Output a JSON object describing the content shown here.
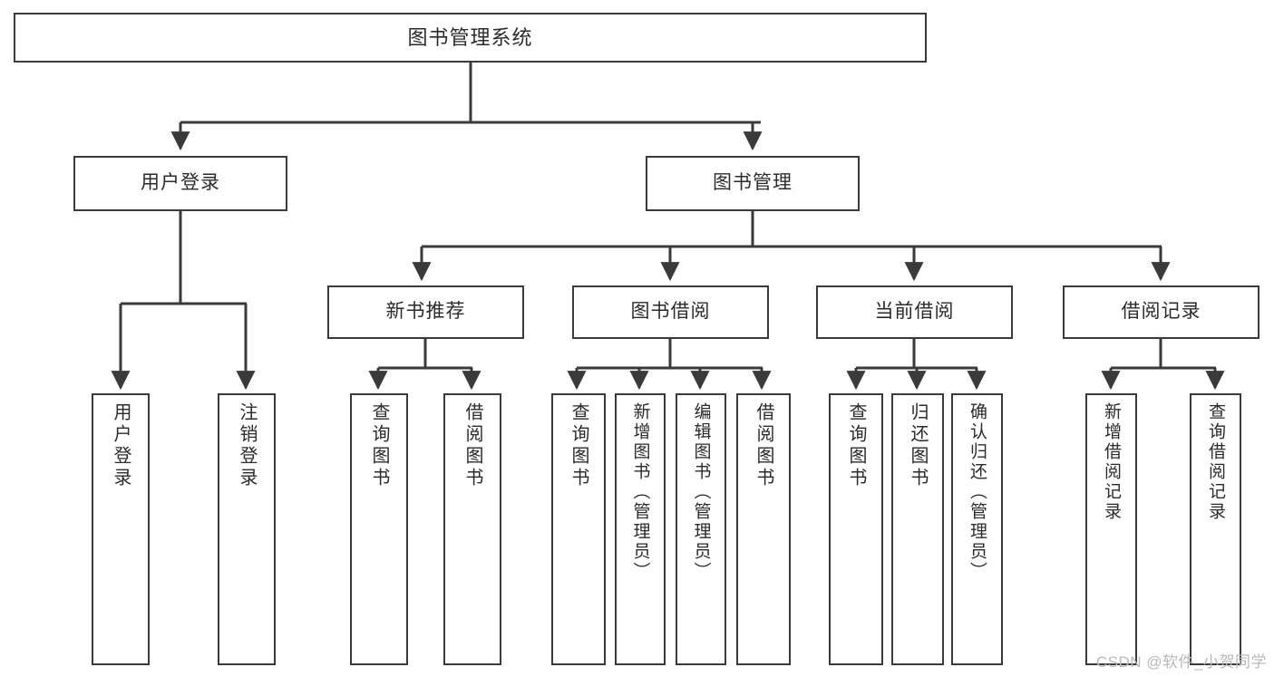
{
  "diagram": {
    "type": "tree-hierarchy",
    "title": "图书管理系统",
    "watermark": "CSDN @软件_小贺同学",
    "colors": {
      "box_border": "#3a3a3a",
      "box_fill": "#ffffff",
      "edge": "#3a3a3a",
      "text": "#2b2b2b",
      "watermark": "#b9b9b9"
    },
    "levels": {
      "level1": [
        {
          "id": "root",
          "label": "图书管理系统"
        }
      ],
      "level2": [
        {
          "id": "user-login",
          "label": "用户登录"
        },
        {
          "id": "book-manage",
          "label": "图书管理"
        }
      ],
      "level3": [
        {
          "id": "new-book-rec",
          "label": "新书推荐"
        },
        {
          "id": "book-borrow",
          "label": "图书借阅"
        },
        {
          "id": "current-borrow",
          "label": "当前借阅"
        },
        {
          "id": "borrow-record",
          "label": "借阅记录"
        }
      ],
      "level4": [
        {
          "id": "leaf-user-login",
          "label": "用户登录",
          "parent": "user-login"
        },
        {
          "id": "leaf-logout",
          "label": "注销登录",
          "parent": "user-login"
        },
        {
          "id": "leaf-query-book-1",
          "label": "查询图书",
          "parent": "new-book-rec"
        },
        {
          "id": "leaf-borrow-book-1",
          "label": "借阅图书",
          "parent": "new-book-rec"
        },
        {
          "id": "leaf-query-book-2",
          "label": "查询图书",
          "parent": "book-borrow"
        },
        {
          "id": "leaf-add-book",
          "label": "新增图书（管理员）",
          "parent": "book-borrow"
        },
        {
          "id": "leaf-edit-book",
          "label": "编辑图书（管理员）",
          "parent": "book-borrow"
        },
        {
          "id": "leaf-borrow-book-2",
          "label": "借阅图书",
          "parent": "book-borrow"
        },
        {
          "id": "leaf-query-book-3",
          "label": "查询图书",
          "parent": "current-borrow"
        },
        {
          "id": "leaf-return-book",
          "label": "归还图书",
          "parent": "current-borrow"
        },
        {
          "id": "leaf-confirm-return",
          "label": "确认归还（管理员）",
          "parent": "current-borrow"
        },
        {
          "id": "leaf-add-record",
          "label": "新增借阅记录",
          "parent": "borrow-record"
        },
        {
          "id": "leaf-query-record",
          "label": "查询借阅记录",
          "parent": "borrow-record"
        }
      ]
    }
  }
}
